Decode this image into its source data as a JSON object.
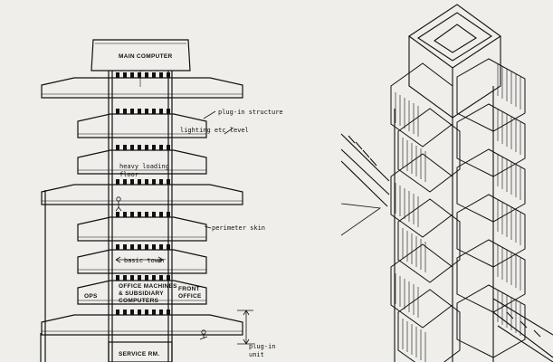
{
  "drawing": {
    "labels": {
      "main_computer": "MAIN COMPUTER",
      "plug_in_structure": "plug-in structure",
      "lighting": "lighting etc level",
      "heavy_loading_1": "heavy loading",
      "heavy_loading_2": "floor",
      "perimeter_skin": "perimeter skin",
      "basic_tower": "basic tower",
      "office_machines_1": "OFFICE MACHINES",
      "office_machines_2": "& SUBSIDIARY",
      "office_machines_3": "COMPUTERS",
      "front_office_1": "FRONT",
      "front_office_2": "OFFICE",
      "ops": "OPS",
      "service_rm": "SERVICE RM.",
      "plug_in_unit_1": "plug-in",
      "plug_in_unit_2": "unit"
    },
    "colors": {
      "paper": "#efeeea",
      "ink": "#111111"
    }
  }
}
